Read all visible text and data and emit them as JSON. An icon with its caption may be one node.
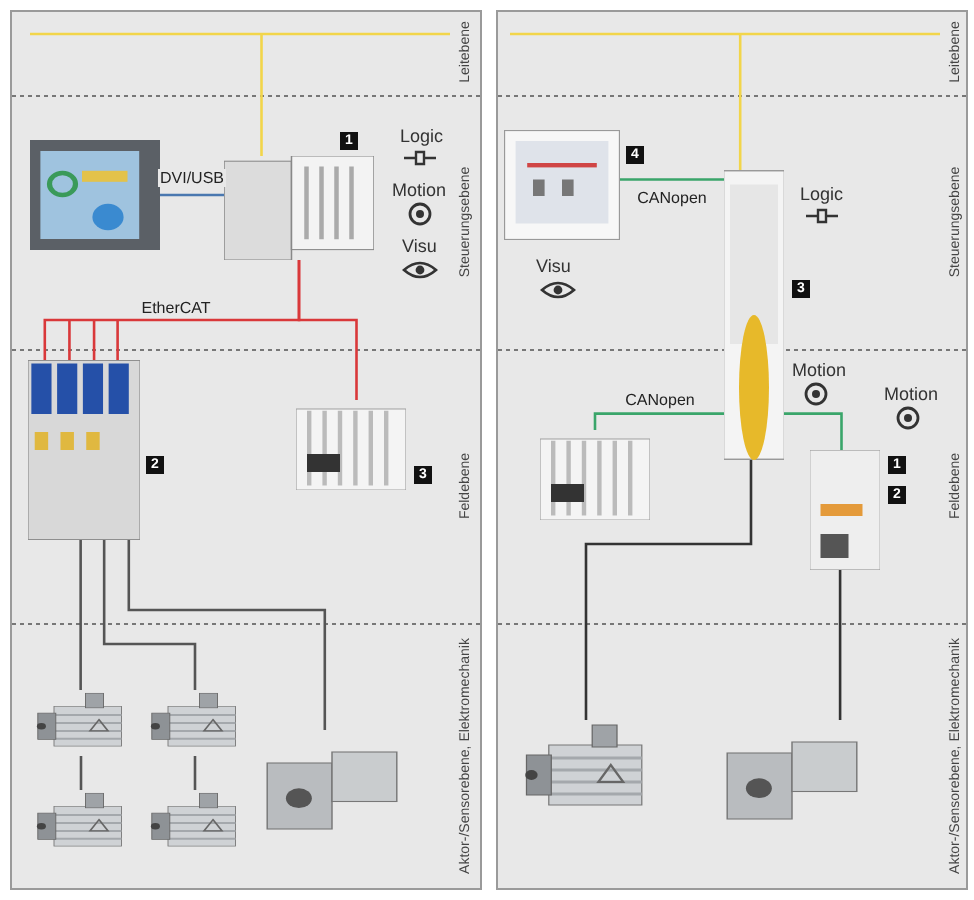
{
  "diagram": {
    "nodes": [
      {
        "text": [],
        "shape": "picture"
      },
      {
        "text": [],
        "shape": "picture",
        "beside": [
          "1"
        ]
      },
      {
        "text": [],
        "shape": "picture",
        "beside": [
          "2"
        ]
      },
      {
        "text": [],
        "shape": "picture",
        "beside": [
          "3"
        ]
      },
      {
        "text": [],
        "shape": "picture"
      },
      {
        "text": [],
        "shape": "picture"
      },
      {
        "text": [],
        "shape": "picture"
      },
      {
        "text": [],
        "shape": "picture"
      },
      {
        "text": [],
        "shape": "picture"
      },
      {
        "text": [],
        "shape": "picture",
        "beside": [
          "4"
        ]
      },
      {
        "text": [],
        "shape": "picture",
        "beside": [
          "3"
        ]
      },
      {
        "text": [],
        "shape": "picture"
      },
      {
        "text": [],
        "shape": "picture",
        "beside": [
          "1",
          "2"
        ]
      },
      {
        "text": [],
        "shape": "picture"
      },
      {
        "text": [],
        "shape": "picture"
      }
    ],
    "edges": [
      {
        "from": null,
        "to": 1,
        "arrow": "none",
        "color": "#f2d54a"
      },
      {
        "from": 0,
        "to": 1,
        "arrow": "none",
        "label": "DVI/USB",
        "color": "#4a78b0"
      },
      {
        "from": 1,
        "to": 2,
        "arrow": "none",
        "label": "EtherCAT",
        "color": "#d9383a"
      },
      {
        "from": 1,
        "to": 3,
        "arrow": "none",
        "color": "#d9383a"
      },
      {
        "from": 2,
        "to": 4,
        "arrow": "none"
      },
      {
        "from": 4,
        "to": 6,
        "arrow": "none"
      },
      {
        "from": 2,
        "to": 5,
        "arrow": "none"
      },
      {
        "from": 5,
        "to": 7,
        "arrow": "none"
      },
      {
        "from": 2,
        "to": 8,
        "arrow": "none"
      },
      {
        "from": null,
        "to": 10,
        "arrow": "none",
        "color": "#f2d54a"
      },
      {
        "from": 9,
        "to": 10,
        "arrow": "none",
        "label": "CANopen",
        "color": "#3aa56a"
      },
      {
        "from": 10,
        "to": 11,
        "arrow": "none",
        "label": "CANopen",
        "color": "#3aa56a"
      },
      {
        "from": 10,
        "to": 12,
        "arrow": "none",
        "color": "#3aa56a"
      },
      {
        "from": 10,
        "to": 13,
        "arrow": "none",
        "color": "#333333"
      },
      {
        "from": 12,
        "to": 14,
        "arrow": "none",
        "color": "#333333"
      }
    ],
    "labels": [
      "Leitebene",
      "Logic",
      "Motion",
      "Visu",
      "Steuerungsebene",
      "Feldebene",
      "Aktor-/Sensorebene, Elektromechanik",
      "Leitebene",
      "Logic",
      "Visu",
      "Steuerungsebene",
      "Motion",
      "Motion",
      "Feldebene",
      "Aktor-/Sensorebene, Elektromechanik"
    ]
  }
}
